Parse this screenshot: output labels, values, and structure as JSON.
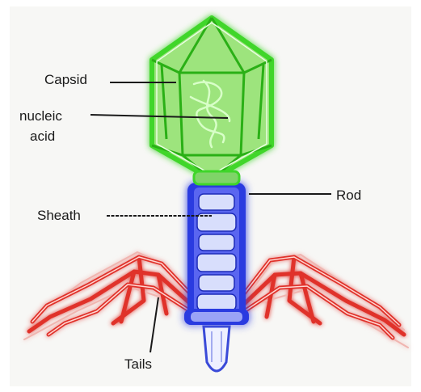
{
  "colors": {
    "background": "#f7f7f5",
    "capsid": "#3fd62a",
    "sheath": "#2a3ae0",
    "tails": "#e0302a"
  },
  "labels": {
    "capsid": "Capsid",
    "nucleic_acid_line1": "nucleic",
    "nucleic_acid_line2": "acid",
    "rod": "Rod",
    "sheath": "Sheath",
    "tails": "Tails"
  }
}
